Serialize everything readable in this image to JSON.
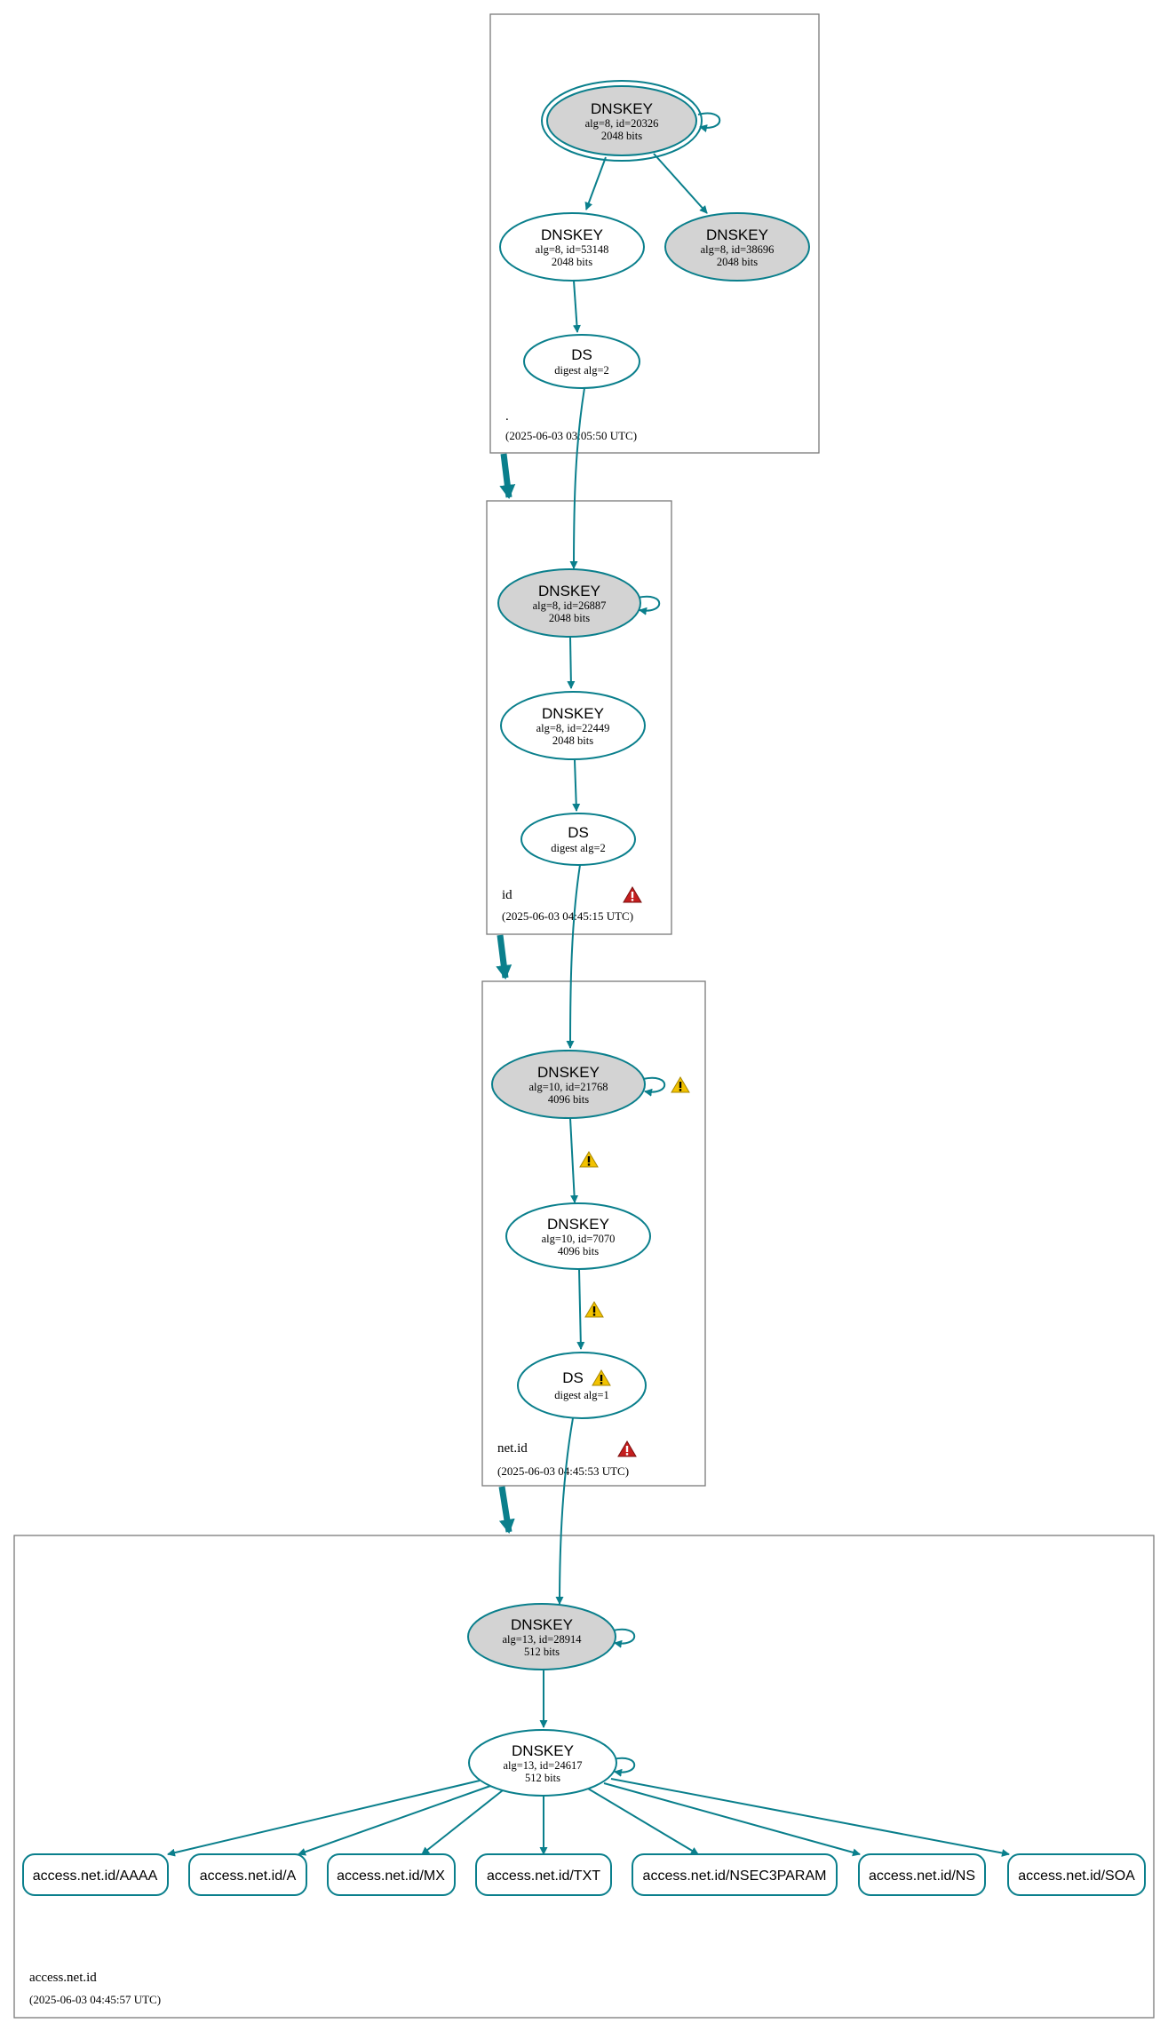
{
  "colors": {
    "edge": "#0a7f8c",
    "sep_fill": "#d3d3d3",
    "warning": "#f2c200",
    "error": "#c41e1e"
  },
  "zones": {
    "root": {
      "name": ".",
      "timestamp": "(2025-06-03 03:05:50 UTC)"
    },
    "id": {
      "name": "id",
      "timestamp": "(2025-06-03 04:45:15 UTC)"
    },
    "net_id": {
      "name": "net.id",
      "timestamp": "(2025-06-03 04:45:53 UTC)"
    },
    "access": {
      "name": "access.net.id",
      "timestamp": "(2025-06-03 04:45:57 UTC)"
    }
  },
  "nodes": {
    "root_ksk": {
      "type": "DNSKEY",
      "detail": "alg=8, id=20326",
      "size": "2048 bits"
    },
    "root_zsk": {
      "type": "DNSKEY",
      "detail": "alg=8, id=53148",
      "size": "2048 bits"
    },
    "root_sep2": {
      "type": "DNSKEY",
      "detail": "alg=8, id=38696",
      "size": "2048 bits"
    },
    "root_ds": {
      "type": "DS",
      "detail": "digest alg=2"
    },
    "id_ksk": {
      "type": "DNSKEY",
      "detail": "alg=8, id=26887",
      "size": "2048 bits"
    },
    "id_zsk": {
      "type": "DNSKEY",
      "detail": "alg=8, id=22449",
      "size": "2048 bits"
    },
    "id_ds": {
      "type": "DS",
      "detail": "digest alg=2"
    },
    "net_ksk": {
      "type": "DNSKEY",
      "detail": "alg=10, id=21768",
      "size": "4096 bits"
    },
    "net_zsk": {
      "type": "DNSKEY",
      "detail": "alg=10, id=7070",
      "size": "4096 bits"
    },
    "net_ds": {
      "type": "DS",
      "detail": "digest alg=1"
    },
    "acc_ksk": {
      "type": "DNSKEY",
      "detail": "alg=13, id=28914",
      "size": "512 bits"
    },
    "acc_zsk": {
      "type": "DNSKEY",
      "detail": "alg=13, id=24617",
      "size": "512 bits"
    }
  },
  "records": [
    "access.net.id/AAAA",
    "access.net.id/A",
    "access.net.id/MX",
    "access.net.id/TXT",
    "access.net.id/NSEC3PARAM",
    "access.net.id/NS",
    "access.net.id/SOA"
  ]
}
